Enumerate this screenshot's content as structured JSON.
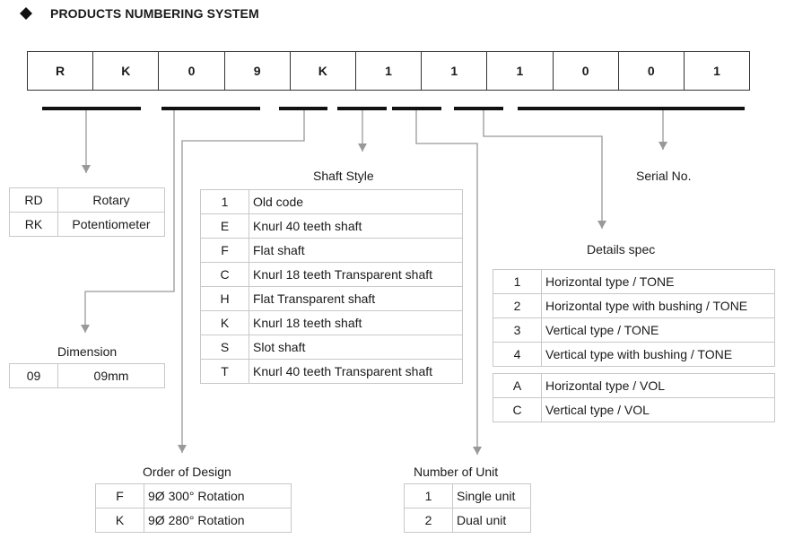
{
  "header": {
    "title": "PRODUCTS NUMBERING SYSTEM"
  },
  "code_chars": [
    "R",
    "K",
    "0",
    "9",
    "K",
    "1",
    "1",
    "1",
    "0",
    "0",
    "1"
  ],
  "type": {
    "rows": [
      {
        "code": "RD",
        "desc": "Rotary"
      },
      {
        "code": "RK",
        "desc": "Potentiometer"
      }
    ]
  },
  "dimension": {
    "label": "Dimension",
    "rows": [
      {
        "code": "09",
        "desc": "09mm"
      }
    ]
  },
  "order_of_design": {
    "label": "Order of Design",
    "rows": [
      {
        "code": "F",
        "desc": "9Ø 300° Rotation"
      },
      {
        "code": "K",
        "desc": "9Ø 280° Rotation"
      }
    ]
  },
  "shaft_style": {
    "label": "Shaft Style",
    "rows": [
      {
        "code": "1",
        "desc": "Old code"
      },
      {
        "code": "E",
        "desc": "Knurl 40 teeth shaft"
      },
      {
        "code": "F",
        "desc": "Flat shaft"
      },
      {
        "code": "C",
        "desc": "Knurl 18 teeth Transparent shaft"
      },
      {
        "code": "H",
        "desc": "Flat Transparent shaft"
      },
      {
        "code": "K",
        "desc": "Knurl 18 teeth shaft"
      },
      {
        "code": "S",
        "desc": "Slot shaft"
      },
      {
        "code": "T",
        "desc": "Knurl 40 teeth Transparent shaft"
      }
    ]
  },
  "number_of_unit": {
    "label": "Number of Unit",
    "rows": [
      {
        "code": "1",
        "desc": "Single unit"
      },
      {
        "code": "2",
        "desc": "Dual unit"
      }
    ]
  },
  "details_spec": {
    "label": "Details spec",
    "rows": [
      {
        "code": "1",
        "desc": "Horizontal type / TONE"
      },
      {
        "code": "2",
        "desc": "Horizontal type with bushing / TONE"
      },
      {
        "code": "3",
        "desc": "Vertical type / TONE"
      },
      {
        "code": "4",
        "desc": "Vertical type with bushing / TONE"
      },
      {
        "code": "A",
        "desc": "Horizontal type / VOL"
      },
      {
        "code": "C",
        "desc": "Vertical type / VOL"
      }
    ]
  },
  "serial_no": {
    "label": "Serial No."
  },
  "colors": {
    "line": "#999999",
    "bar": "#111111",
    "border": "#c8c8c8"
  }
}
